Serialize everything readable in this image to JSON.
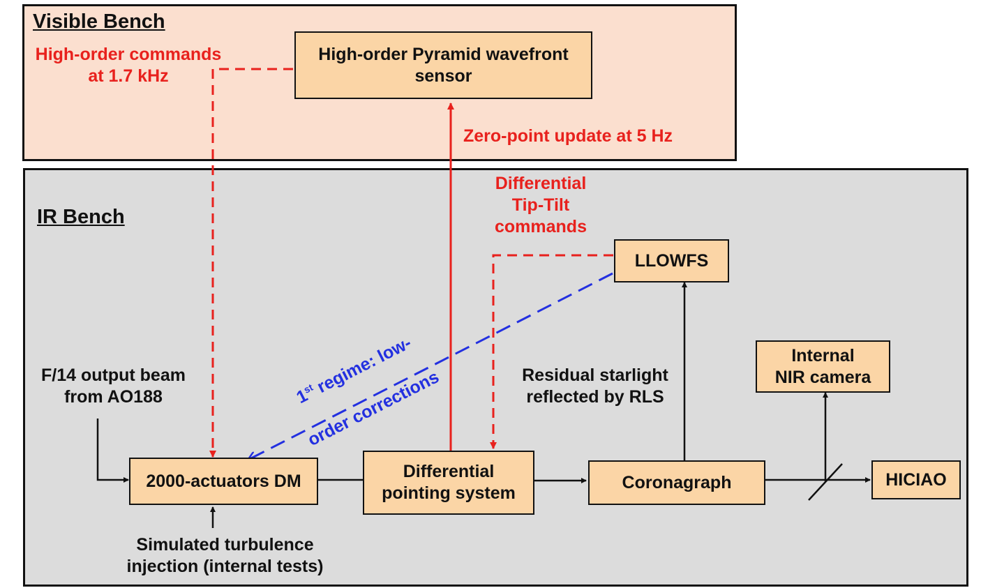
{
  "benches": {
    "visible": "Visible Bench",
    "ir": "IR Bench"
  },
  "boxes": {
    "pyramid": "High-order Pyramid wavefront\nsensor",
    "llowfs": "LLOWFS",
    "dm": "2000-actuators DM",
    "diff_pointing": "Differential\npointing system",
    "coronagraph": "Coronagraph",
    "hiciao": "HICIAO",
    "nir_camera": "Internal\nNIR camera"
  },
  "labels": {
    "high_order_cmds": "High-order commands\nat 1.7 kHz",
    "zero_point": "Zero-point update at 5 Hz",
    "diff_tiptilt": "Differential\nTip-Tilt\ncommands",
    "regime_line1_a": "1",
    "regime_sup": "st",
    "regime_line1_b": " regime: low-",
    "regime_line2": "order corrections",
    "residual": "Residual starlight\nreflected by RLS",
    "input_beam": "F/14 output beam\nfrom AO188",
    "turbulence": "Simulated turbulence\ninjection (internal tests)"
  },
  "colors": {
    "red_path": "#e8211d",
    "blue_path": "#2330e0",
    "box_fill": "#fbd5a6",
    "visible_bench_fill": "#fbdfcf",
    "ir_bench_fill": "#dcdcdc"
  }
}
